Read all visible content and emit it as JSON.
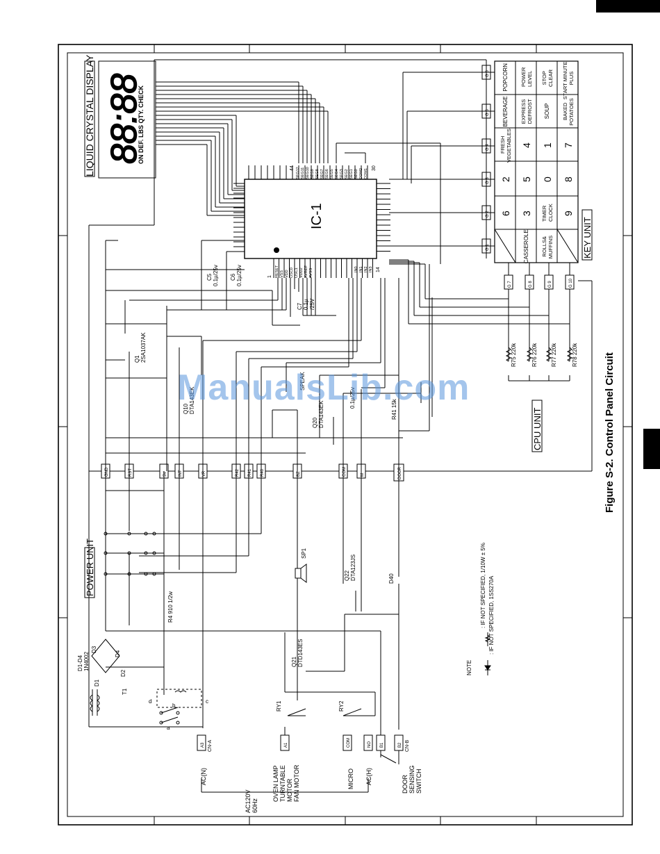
{
  "figure_caption": "Figure S-2. Control Panel Circuit",
  "watermark": "ManualsLib.com",
  "units": {
    "lcd": "LIQUID CRYSTAL DISPLAY",
    "key": "KEY UNIT",
    "cpu": "CPU UNIT",
    "power": "POWER UNIT"
  },
  "lcd": {
    "digits": "88:88",
    "indicators": "ON DEF. LBS QTY. CHECK"
  },
  "ic": {
    "name": "IC-1",
    "pin_top_left": "44",
    "pin_top_right": "30",
    "pin_bottom_left": "1",
    "pin_bottom_right": "14",
    "seg_pins": [
      "SEG12",
      "SEG11",
      "SEG10",
      "SEG9",
      "SEG8",
      "SEG7",
      "SEG6",
      "SEG5",
      "SEG4",
      "SEG3",
      "SEG2",
      "SEG1",
      "SEG0",
      "COM2",
      "COM1"
    ],
    "ctrl_pins": [
      "RESET",
      "VSS",
      "VDD",
      "OSC0",
      "OSC1",
      "VDD2",
      "AVREF",
      "AVSS"
    ],
    "in_pins": [
      "IN0",
      "IN1",
      "IN2",
      "IN3"
    ]
  },
  "keypad": {
    "grid_labels": [
      "G 6",
      "G 5",
      "G 4",
      "G 3",
      "G 2",
      "G 1"
    ],
    "row_labels": [
      "G 7",
      "G 8",
      "G 9",
      "G 10"
    ],
    "rows": [
      [
        "POPCORN",
        "POWER LEVEL",
        "STOP CLEAR",
        "START MINUTE PLUS"
      ],
      [
        "BEVERAGE",
        "EXPRESS DEFROST",
        "SOUP",
        "BAKED POTATOES"
      ],
      [
        "FRESH VEGETABLES",
        "4",
        "1",
        "7"
      ],
      [
        "2",
        "5",
        "0",
        "8"
      ],
      [
        "6",
        "3",
        "TIMER CLOCK",
        "9"
      ],
      [
        "",
        "CASSEROLE",
        "ROLLS& MUFFINS",
        ""
      ]
    ]
  },
  "resistors": {
    "r75": "R75 220k",
    "r76": "R76 220k",
    "r77": "R77 220k",
    "r78": "R78 220k",
    "r41": "R41 15k",
    "r4": "R4 910 1/2w"
  },
  "caps": {
    "c5a": "C5",
    "c5b": "0.1µ/25v",
    "c6a": "C6",
    "c6b": "0.1µ/25v",
    "c7a": "C7",
    "c7b": "0.1µ",
    "c7c": "/25V",
    "c_mid": "0.1µ/25v"
  },
  "transistors": {
    "q1a": "Q1",
    "q1b": "2SA1037AK",
    "q10a": "Q10",
    "q10b": "DTA143EK",
    "q20a": "Q20",
    "q20b": "DTA143EK",
    "q21a": "Q21",
    "q21b": "DTD143ES",
    "q22a": "Q22",
    "q22b": "DTA123JS",
    "speak": "SPEAK"
  },
  "bus_labels": [
    "GND",
    "RST",
    "5V",
    "INT",
    "VR",
    "R42",
    "R41",
    "R40",
    "BZ",
    "COM",
    "M",
    "DOOR"
  ],
  "power": {
    "diode_a": "D1-D4",
    "diode_b": "1N4002",
    "d1": "D1",
    "d2": "D2",
    "d3": "D3",
    "d4": "D4",
    "t1": "T1",
    "sp1": "SP1",
    "d40": "D40",
    "ry1": "RY1",
    "ry2": "RY2",
    "relay_a": "a",
    "relay_b": "b",
    "relay_c": "c",
    "relay_d": "d"
  },
  "connectors": {
    "a3": "A3",
    "a1": "A1",
    "com": "COM",
    "no": "NO",
    "b1": "B1",
    "b2": "B2",
    "cna": "CN-A",
    "cnb": "CN-B"
  },
  "loads": {
    "acn": "AC(N)",
    "oven1": "OVEN LAMP",
    "oven2": "TURNTABLE",
    "oven3": "MOTOR",
    "oven4": "FAN MOTOR",
    "micro": "MICRO",
    "ach": "AC(H)",
    "ac120": "AC120V",
    "hz": "60Hz",
    "door1": "DOOR",
    "door2": "SENSING",
    "door3": "SWITCH"
  },
  "note": {
    "title": "NOTE",
    "line1": ": IF NOT SPECIFIED, 1/10W ± 5%",
    "line2": ": IF NOT SPECIFIED, 1SS270A"
  }
}
